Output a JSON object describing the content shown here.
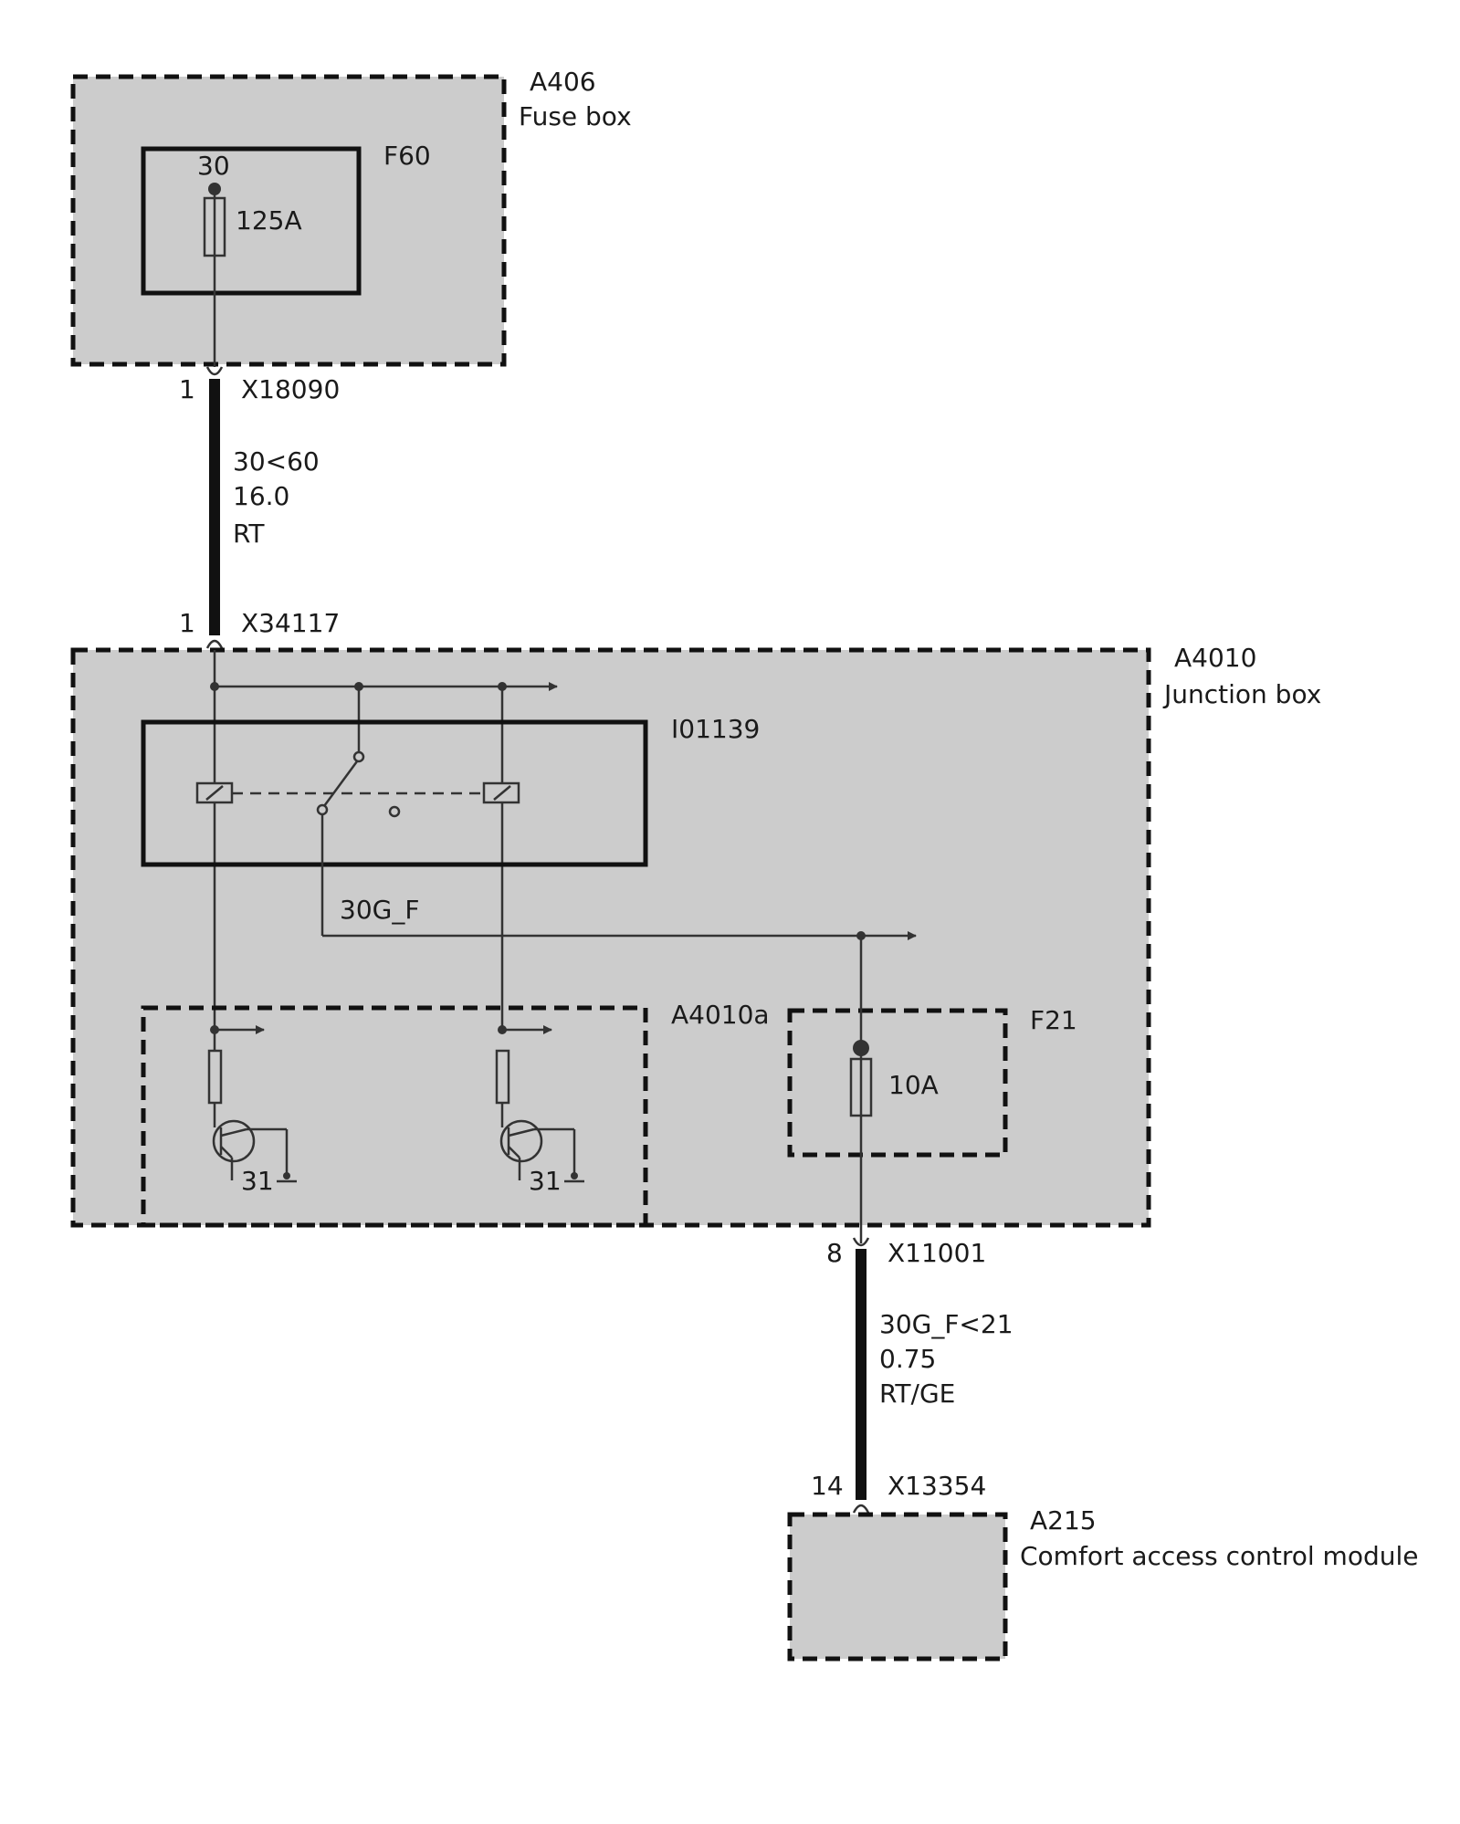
{
  "components": {
    "fuse_box": {
      "id": "A406",
      "name": "Fuse box"
    },
    "fuse_f60": {
      "id": "F60",
      "terminal": "30",
      "rating": "125A"
    },
    "junction_box": {
      "id": "A4010",
      "name": "Junction box"
    },
    "relay": {
      "id": "I01139"
    },
    "sub_module": {
      "id": "A4010a",
      "ground_left": "31",
      "ground_right": "31"
    },
    "fuse_f21": {
      "id": "F21",
      "rating": "10A"
    },
    "comfort_module": {
      "id": "A215",
      "name": "Comfort access control module"
    },
    "signal_label": "30G_F"
  },
  "connectors": {
    "x18090": {
      "id": "X18090",
      "pin": "1"
    },
    "x34117": {
      "id": "X34117",
      "pin": "1"
    },
    "x11001": {
      "id": "X11001",
      "pin": "8"
    },
    "x13354": {
      "id": "X13354",
      "pin": "14"
    }
  },
  "wires": {
    "upper": {
      "circuit": "30<60",
      "cross_section": "16.0",
      "color": "RT"
    },
    "lower": {
      "circuit": "30G_F<21",
      "cross_section": "0.75",
      "color": "RT/GE"
    }
  },
  "style": {
    "box_fill": "#cccccc",
    "line_color": "#333333"
  }
}
